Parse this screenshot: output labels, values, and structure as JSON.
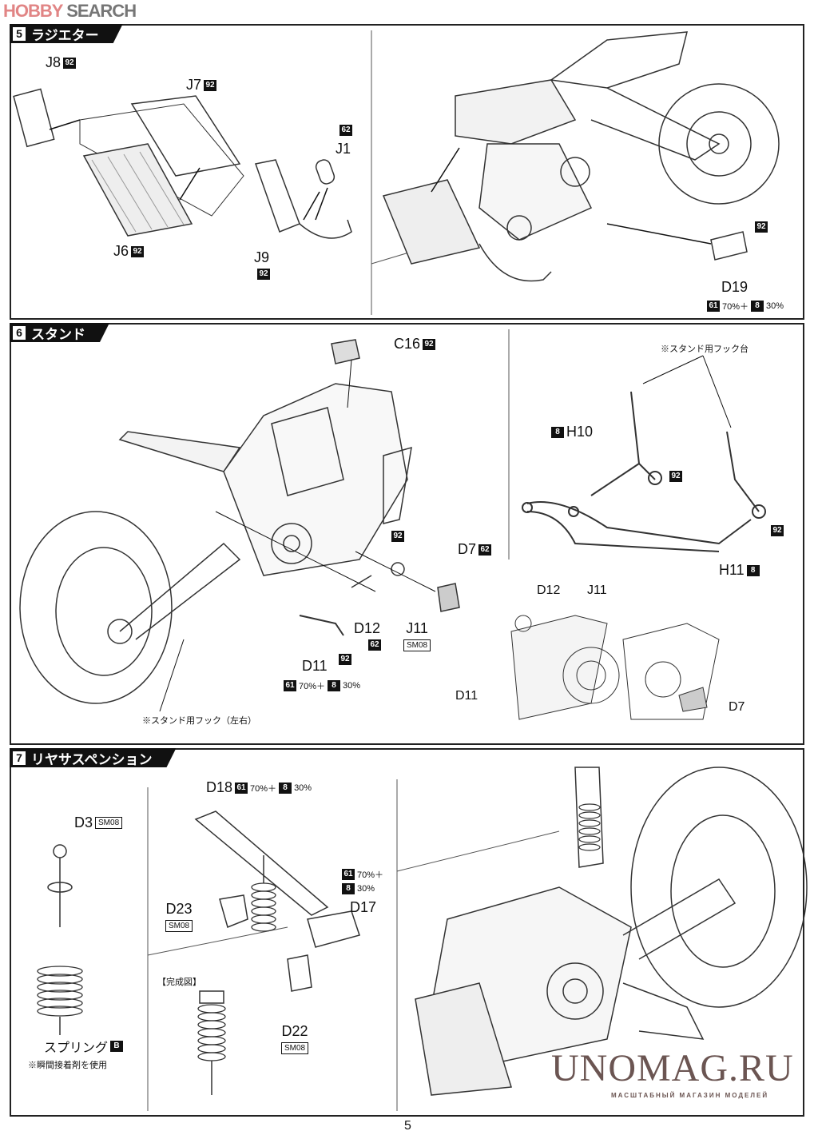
{
  "watermark_top": {
    "brand_a": "HOBBY",
    "brand_b": "SEARCH"
  },
  "watermark_bottom": {
    "brand": "UNOMAG.RU",
    "tagline": "МАСШТАБНЫЙ МАГАЗИН МОДЕЛЕЙ"
  },
  "page_number": "5",
  "sections": [
    {
      "number": "5",
      "title": "ラジエター",
      "parts": [
        {
          "id": "J8",
          "color": "92"
        },
        {
          "id": "J7",
          "color": "92"
        },
        {
          "id": "J1",
          "color": "62"
        },
        {
          "id": "J6",
          "color": "92"
        },
        {
          "id": "J9",
          "color": "92"
        },
        {
          "id": "",
          "color": "92"
        },
        {
          "id": "D19",
          "mix": {
            "a": "61",
            "a_pct": "70%＋",
            "b": "8",
            "b_pct": "30%"
          }
        }
      ]
    },
    {
      "number": "6",
      "title": "スタンド",
      "parts": [
        {
          "id": "C16",
          "color": "92"
        },
        {
          "id": "",
          "color": "92"
        },
        {
          "id": "D7",
          "color": "62"
        },
        {
          "id": "D12",
          "color": "62"
        },
        {
          "id": "J11",
          "color": "SM08"
        },
        {
          "id": "",
          "color": "92"
        },
        {
          "id": "D11",
          "mix": {
            "a": "61",
            "a_pct": "70%＋",
            "b": "8",
            "b_pct": "30%"
          }
        },
        {
          "id": "H10",
          "color": "8"
        },
        {
          "id": "",
          "color": "92"
        },
        {
          "id": "",
          "color": "92"
        },
        {
          "id": "H11",
          "color": "8"
        }
      ],
      "notes": [
        "※スタンド用フック（左右）",
        "※スタンド用フック台"
      ],
      "detail_labels": [
        "D12",
        "J11",
        "D11",
        "D7"
      ]
    },
    {
      "number": "7",
      "title": "リヤサスペンション",
      "parts": [
        {
          "id": "D18",
          "mix": {
            "a": "61",
            "a_pct": "70%＋",
            "b": "8",
            "b_pct": "30%"
          }
        },
        {
          "id": "D3",
          "color": "SM08"
        },
        {
          "id": "D17",
          "mix": {
            "a": "61",
            "a_pct": "70%＋",
            "b": "8",
            "b_pct": "30%"
          }
        },
        {
          "id": "D23",
          "color": "SM08"
        },
        {
          "id": "D22",
          "color": "SM08"
        },
        {
          "id": "スプリング",
          "color": "B"
        }
      ],
      "notes": [
        "【完成図】",
        "※瞬間接着剤を使用"
      ]
    }
  ]
}
